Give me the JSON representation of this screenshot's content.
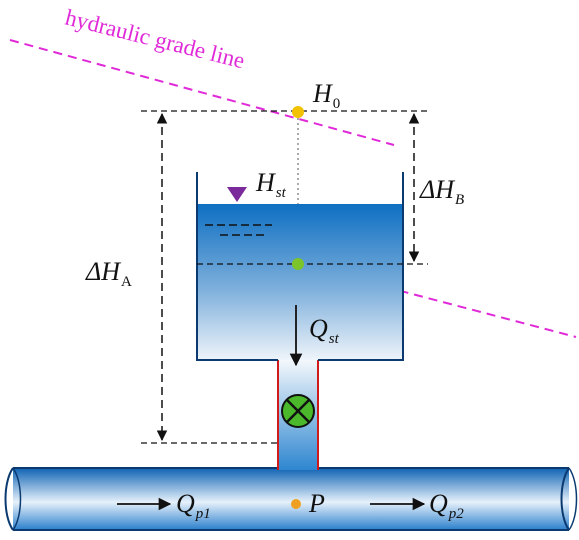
{
  "grade_line_label": "hydraulic grade line",
  "labels": {
    "H0_main": "H",
    "H0_sub": "0",
    "Hst_main": "H",
    "Hst_sub": "st",
    "dHB_main": "ΔH",
    "dHB_sub": "B",
    "dHA_main": "ΔH",
    "dHA_sub": "A",
    "Qst_main": "Q",
    "Qst_sub": "st",
    "Qp1_main": "Q",
    "Qp1_sub": "p1",
    "Qp2_main": "Q",
    "Qp2_sub": "p2",
    "P": "P"
  },
  "colors": {
    "grade_line": "#e02ad8",
    "water_top": "#0e6fc2",
    "water_bottom": "#ffffff",
    "pipe_wall": "#d11a1a",
    "yellow_node": "#f2c200",
    "green_node": "#7cc42a",
    "orange_node": "#f0a020",
    "free_surface_marker": "#7a2a9a"
  }
}
